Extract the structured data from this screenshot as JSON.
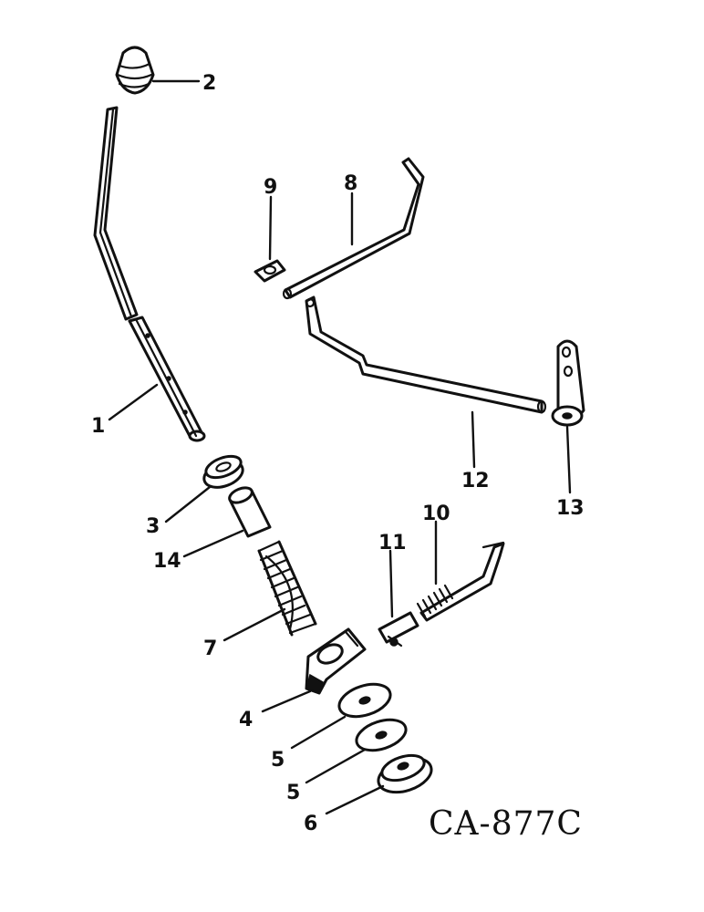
{
  "drawing_code": "CA-877C",
  "parts": [
    {
      "callout": "1",
      "icon": "shift-lever"
    },
    {
      "callout": "2",
      "icon": "knob"
    },
    {
      "callout": "3",
      "icon": "nut"
    },
    {
      "callout": "4",
      "icon": "bracket"
    },
    {
      "callout": "5",
      "icon": "washer"
    },
    {
      "callout": "5",
      "icon": "washer"
    },
    {
      "callout": "6",
      "icon": "boot"
    },
    {
      "callout": "7",
      "icon": "spring"
    },
    {
      "callout": "8",
      "icon": "rod"
    },
    {
      "callout": "9",
      "icon": "clip"
    },
    {
      "callout": "10",
      "icon": "rod"
    },
    {
      "callout": "11",
      "icon": "clevis"
    },
    {
      "callout": "12",
      "icon": "crank-rod"
    },
    {
      "callout": "13",
      "icon": "arm"
    },
    {
      "callout": "14",
      "icon": "sleeve"
    }
  ]
}
